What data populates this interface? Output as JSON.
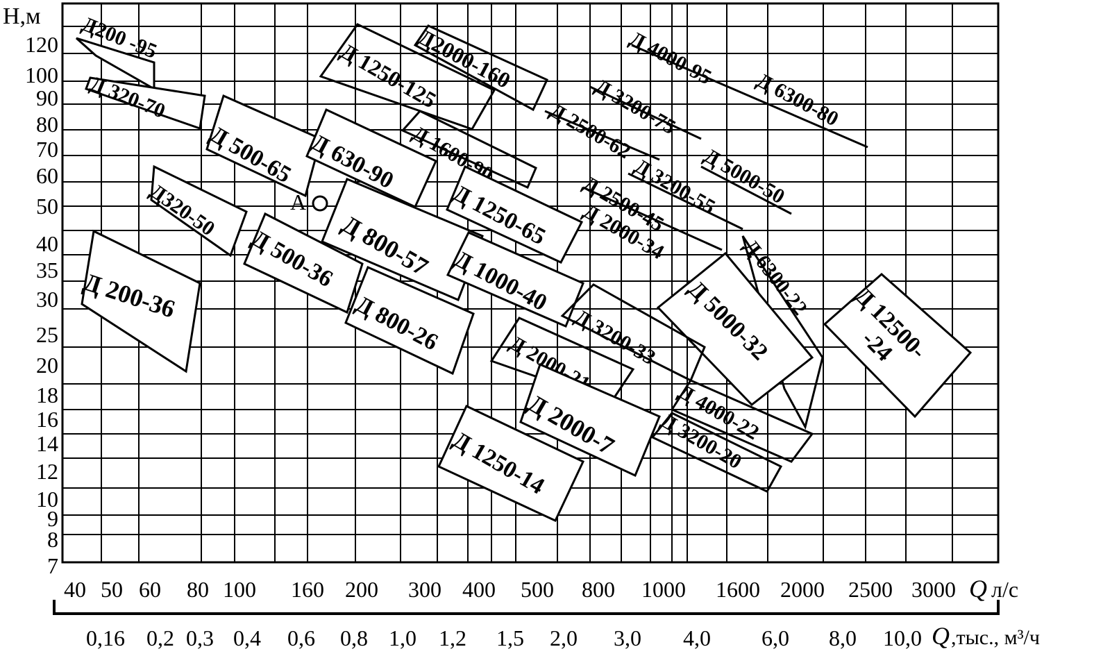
{
  "axes": {
    "y_label": "H,м",
    "y_ticks": [
      "120",
      "100",
      "90",
      "80",
      "70",
      "60",
      "50",
      "40",
      "35",
      "30",
      "25",
      "20",
      "18",
      "16",
      "14",
      "12",
      "10",
      "9",
      "8",
      "7"
    ],
    "x_ticks_ls": [
      "40",
      "50",
      "60",
      "80",
      "100",
      "160",
      "200",
      "300",
      "400",
      "500",
      "800",
      "1000",
      "1600",
      "2000",
      "2500",
      "3000"
    ],
    "x_unit_ls": "л/с",
    "q_symbol": "Q",
    "q_symbol2": "Q",
    "x_ticks_m3h": [
      "0,16",
      "0,2",
      "0,3",
      "0,4",
      "0,6",
      "0,8",
      "1,0",
      "1,2",
      "1,5",
      "2,0",
      "3,0",
      "4,0",
      "6,0",
      "8,0",
      "10,0"
    ],
    "x_unit_m3h": ",тыс., м³/ч"
  },
  "point": {
    "label": "А"
  },
  "pumps": [
    {
      "label": "Д200 -95"
    },
    {
      "label": "Д 320-70"
    },
    {
      "label": "Д320-50"
    },
    {
      "label": "Д 200-36"
    },
    {
      "label": "Д 500-65"
    },
    {
      "label": "Д 500-36"
    },
    {
      "label": "Д 630-90"
    },
    {
      "label": "Д 800-57"
    },
    {
      "label": "Д 800-26"
    },
    {
      "label": "Д 1250-125"
    },
    {
      "label": "Д2000-160"
    },
    {
      "label": "Д 1600-90"
    },
    {
      "label": "Д 1250-65"
    },
    {
      "label": "Д 1000-40"
    },
    {
      "label": "Д 2000-21"
    },
    {
      "label": "Д 2000-7"
    },
    {
      "label": "Д 1250-14"
    },
    {
      "label": "Д 2500-62"
    },
    {
      "label": "Д 3200-75"
    },
    {
      "label": "Д 4000-95"
    },
    {
      "label": "Д 6300-80"
    },
    {
      "label": "Д 3200-55"
    },
    {
      "label": "Д 5000-50"
    },
    {
      "label": "Д 2500-45"
    },
    {
      "label": "Д 2000-34"
    },
    {
      "label": "Д 6300-22"
    },
    {
      "label": "Д 5000-32"
    },
    {
      "label": "Д 3200-33"
    },
    {
      "label": "Д 4000-22"
    },
    {
      "label": "Д 3200-20"
    },
    {
      "label": "Д 12500-"
    },
    {
      "label": "-24"
    }
  ]
}
